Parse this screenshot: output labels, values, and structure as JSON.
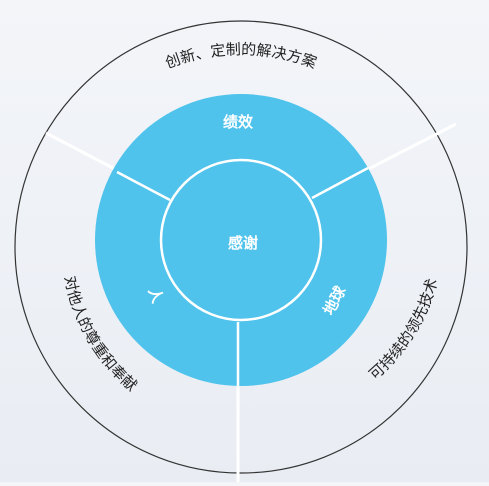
{
  "diagram": {
    "center_label": "感谢",
    "inner_labels": {
      "top": "绩效",
      "left": "人",
      "right": "地球"
    },
    "outer_labels": {
      "top": "创新、定制的解决方案",
      "left": "对他人的尊重和奉献",
      "right": "可持续的领先技术"
    },
    "colors": {
      "background": "#eef1f6",
      "ring_fill": "#4fc3ec",
      "divider": "#ffffff",
      "outer_circle_stroke": "#333333",
      "inner_text": "#ffffff",
      "outer_text": "#222222"
    }
  }
}
